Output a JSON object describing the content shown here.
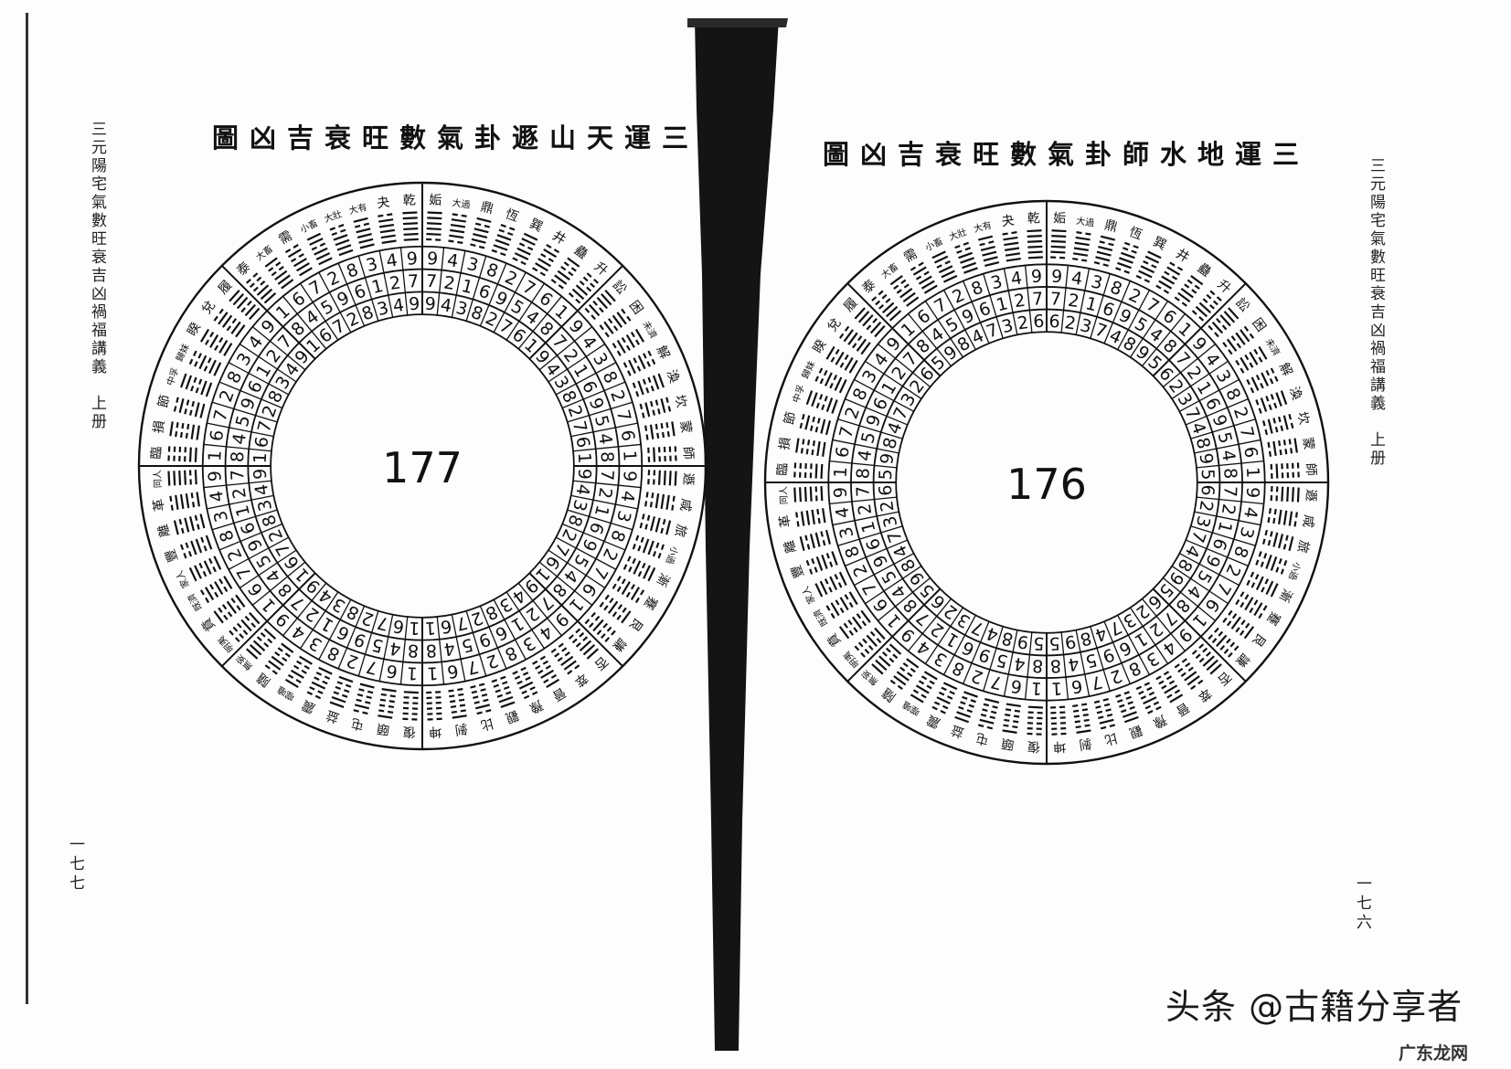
{
  "left_page": {
    "running_head": "三元陽宅氣數旺衰吉凶禍福講義　上册",
    "title": "圖凶吉衰旺數氣卦遯山天運三",
    "folio": "一七七",
    "center_number": "177"
  },
  "right_page": {
    "running_head": "三元陽宅氣數旺衰吉凶禍福講義　上册",
    "title": "圖凶吉衰旺數氣卦師水地運三",
    "folio": "一七六",
    "center_number": "176"
  },
  "hexagrams_clockwise_from_top": [
    {
      "name": "姤",
      "lines": "011111"
    },
    {
      "name": "大過",
      "lines": "011110"
    },
    {
      "name": "鼎",
      "lines": "011101"
    },
    {
      "name": "恆",
      "lines": "011100"
    },
    {
      "name": "巽",
      "lines": "011011"
    },
    {
      "name": "井",
      "lines": "011010"
    },
    {
      "name": "蠱",
      "lines": "011001"
    },
    {
      "name": "升",
      "lines": "011000"
    },
    {
      "name": "訟",
      "lines": "010111"
    },
    {
      "name": "困",
      "lines": "010110"
    },
    {
      "name": "未濟",
      "lines": "010101"
    },
    {
      "name": "解",
      "lines": "010100"
    },
    {
      "name": "渙",
      "lines": "010011"
    },
    {
      "name": "坎",
      "lines": "010010"
    },
    {
      "name": "蒙",
      "lines": "010001"
    },
    {
      "name": "師",
      "lines": "010000"
    },
    {
      "name": "遯",
      "lines": "001111"
    },
    {
      "name": "咸",
      "lines": "001110"
    },
    {
      "name": "旅",
      "lines": "001101"
    },
    {
      "name": "小過",
      "lines": "001100"
    },
    {
      "name": "漸",
      "lines": "001011"
    },
    {
      "name": "蹇",
      "lines": "001010"
    },
    {
      "name": "艮",
      "lines": "001001"
    },
    {
      "name": "謙",
      "lines": "001000"
    },
    {
      "name": "否",
      "lines": "000111"
    },
    {
      "name": "萃",
      "lines": "000110"
    },
    {
      "name": "晉",
      "lines": "000101"
    },
    {
      "name": "豫",
      "lines": "000100"
    },
    {
      "name": "觀",
      "lines": "000011"
    },
    {
      "name": "比",
      "lines": "000010"
    },
    {
      "name": "剝",
      "lines": "000001"
    },
    {
      "name": "坤",
      "lines": "000000"
    },
    {
      "name": "復",
      "lines": "100000"
    },
    {
      "name": "頤",
      "lines": "100001"
    },
    {
      "name": "屯",
      "lines": "100010"
    },
    {
      "name": "益",
      "lines": "100011"
    },
    {
      "name": "震",
      "lines": "100100"
    },
    {
      "name": "噬嗑",
      "lines": "100101"
    },
    {
      "name": "隨",
      "lines": "100110"
    },
    {
      "name": "無妄",
      "lines": "100111"
    },
    {
      "name": "明夷",
      "lines": "101000"
    },
    {
      "name": "賁",
      "lines": "101001"
    },
    {
      "name": "既濟",
      "lines": "101010"
    },
    {
      "name": "家人",
      "lines": "101011"
    },
    {
      "name": "豐",
      "lines": "101100"
    },
    {
      "name": "離",
      "lines": "101101"
    },
    {
      "name": "革",
      "lines": "101110"
    },
    {
      "name": "同人",
      "lines": "101111"
    },
    {
      "name": "臨",
      "lines": "110000"
    },
    {
      "name": "損",
      "lines": "110001"
    },
    {
      "name": "節",
      "lines": "110010"
    },
    {
      "name": "中孚",
      "lines": "110011"
    },
    {
      "name": "歸妹",
      "lines": "110100"
    },
    {
      "name": "睽",
      "lines": "110101"
    },
    {
      "name": "兌",
      "lines": "110110"
    },
    {
      "name": "履",
      "lines": "110111"
    },
    {
      "name": "泰",
      "lines": "111000"
    },
    {
      "name": "大畜",
      "lines": "111001"
    },
    {
      "name": "需",
      "lines": "111010"
    },
    {
      "name": "小畜",
      "lines": "111011"
    },
    {
      "name": "大壯",
      "lines": "111100"
    },
    {
      "name": "大有",
      "lines": "111101"
    },
    {
      "name": "夬",
      "lines": "111110"
    },
    {
      "name": "乾",
      "lines": "111111"
    }
  ],
  "diagrams": {
    "left": {
      "outer_ring": [
        9,
        4,
        3,
        8,
        2,
        7,
        6,
        1,
        9,
        4,
        3,
        8,
        2,
        7,
        6,
        1,
        9,
        4,
        3,
        8,
        2,
        7,
        6,
        1,
        9,
        4,
        3,
        8,
        2,
        7,
        6,
        1,
        1,
        6,
        7,
        2,
        8,
        3,
        4,
        9,
        1,
        6,
        7,
        2,
        8,
        3,
        4,
        9,
        1,
        6,
        7,
        2,
        8,
        3,
        4,
        9,
        1,
        6,
        7,
        2,
        8,
        3,
        4,
        9
      ],
      "middle_ring": [
        7,
        2,
        1,
        6,
        9,
        5,
        4,
        8,
        7,
        2,
        1,
        6,
        9,
        5,
        4,
        8,
        7,
        2,
        1,
        6,
        9,
        5,
        4,
        8,
        7,
        2,
        1,
        6,
        9,
        5,
        4,
        8,
        8,
        4,
        5,
        9,
        6,
        1,
        2,
        7,
        8,
        4,
        5,
        9,
        6,
        1,
        2,
        7,
        8,
        4,
        5,
        9,
        6,
        1,
        2,
        7,
        8,
        4,
        5,
        9,
        6,
        1,
        2,
        7
      ],
      "inner_ring": [
        9,
        4,
        3,
        8,
        2,
        7,
        6,
        1,
        9,
        4,
        3,
        8,
        2,
        7,
        6,
        1,
        9,
        4,
        3,
        8,
        2,
        7,
        6,
        1,
        9,
        4,
        3,
        8,
        2,
        7,
        6,
        1,
        1,
        6,
        7,
        2,
        8,
        3,
        4,
        9,
        1,
        6,
        7,
        2,
        8,
        3,
        4,
        9,
        1,
        6,
        7,
        2,
        8,
        3,
        4,
        9,
        1,
        6,
        7,
        2,
        8,
        3,
        4,
        9
      ]
    },
    "right": {
      "outer_ring": [
        9,
        4,
        3,
        8,
        2,
        7,
        6,
        1,
        9,
        4,
        3,
        8,
        2,
        7,
        6,
        1,
        9,
        4,
        3,
        8,
        2,
        7,
        6,
        1,
        9,
        4,
        3,
        8,
        2,
        7,
        6,
        1,
        1,
        6,
        7,
        2,
        8,
        3,
        4,
        9,
        1,
        6,
        7,
        2,
        8,
        3,
        4,
        9,
        1,
        6,
        7,
        2,
        8,
        3,
        4,
        9,
        1,
        6,
        7,
        2,
        8,
        3,
        4,
        9
      ],
      "middle_ring": [
        7,
        2,
        1,
        6,
        9,
        5,
        4,
        8,
        7,
        2,
        1,
        6,
        9,
        5,
        4,
        8,
        7,
        2,
        1,
        6,
        9,
        5,
        4,
        8,
        7,
        2,
        1,
        6,
        9,
        5,
        4,
        8,
        8,
        4,
        5,
        9,
        6,
        1,
        2,
        7,
        8,
        4,
        5,
        9,
        6,
        1,
        2,
        7,
        8,
        4,
        5,
        9,
        6,
        1,
        2,
        7,
        8,
        4,
        5,
        9,
        6,
        1,
        2,
        7
      ],
      "inner_ring": [
        6,
        2,
        3,
        7,
        4,
        8,
        9,
        5,
        6,
        2,
        3,
        7,
        4,
        8,
        9,
        5,
        6,
        2,
        3,
        7,
        4,
        8,
        9,
        5,
        6,
        2,
        3,
        7,
        4,
        8,
        9,
        5,
        5,
        9,
        8,
        4,
        7,
        3,
        2,
        6,
        5,
        9,
        8,
        4,
        7,
        3,
        2,
        6,
        5,
        9,
        8,
        4,
        7,
        3,
        2,
        6,
        5,
        9,
        8,
        4,
        7,
        3,
        2,
        6
      ]
    }
  },
  "watermark": {
    "text": "头条 @古籍分享者",
    "site": "广东龙网"
  }
}
